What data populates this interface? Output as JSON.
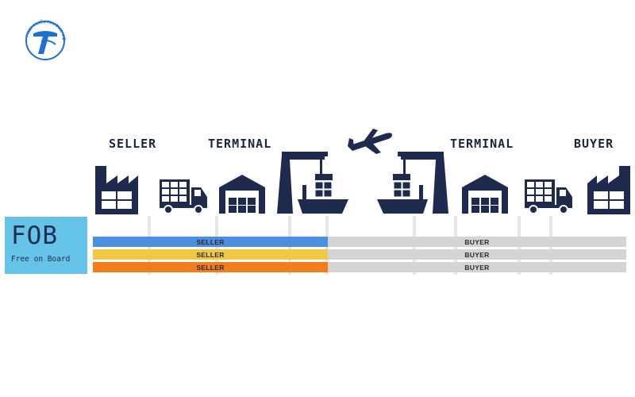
{
  "logo": {
    "icon": "phat-trien-truong-viet-logo",
    "arc_text": "PHÁT TRIỂN TRƯỜNG VIỆT",
    "brand_color": "#1f6fd1"
  },
  "stages": {
    "seller": "SELLER",
    "terminal_origin": "TERMINAL",
    "terminal_destination": "TERMINAL",
    "buyer": "BUYER"
  },
  "icons": [
    "factory-icon",
    "truck-icon",
    "warehouse-icon",
    "crane-ship-icon",
    "airplane-icon",
    "crane-ship-icon",
    "warehouse-icon",
    "truck-icon",
    "factory-icon"
  ],
  "fob": {
    "title": "FOB",
    "subtitle": "Free on Board",
    "color": "#65c3e7"
  },
  "bars": [
    {
      "seller_label": "SELLER",
      "buyer_label": "BUYER",
      "seller_color": "#4a8fe0",
      "buyer_color": "#d4d4d4"
    },
    {
      "seller_label": "SELLER",
      "buyer_label": "BUYER",
      "seller_color": "#f2c744",
      "buyer_color": "#d4d4d4"
    },
    {
      "seller_label": "SELLER",
      "buyer_label": "BUYER",
      "seller_color": "#f27d1f",
      "buyer_color": "#d4d4d4"
    }
  ],
  "colors": {
    "icon": "#1f2a4f",
    "heading": "#1a2340"
  }
}
